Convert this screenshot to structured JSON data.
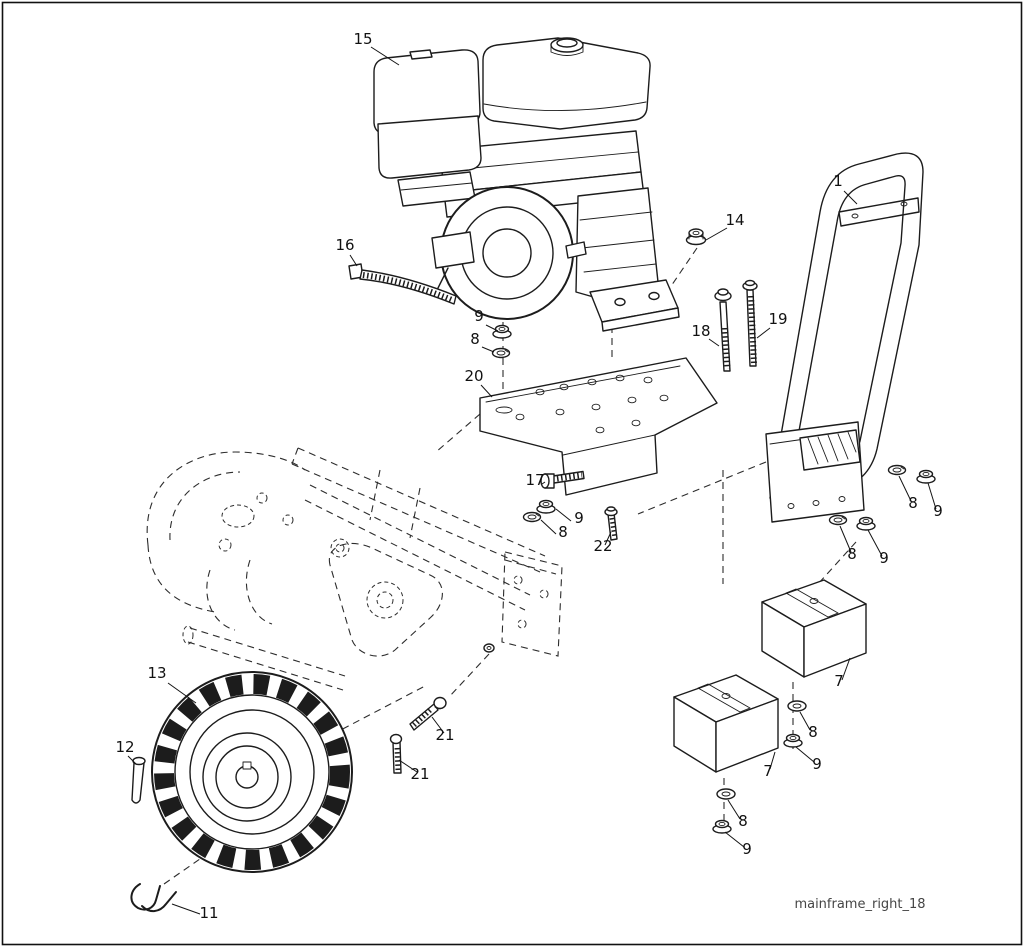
{
  "figure": {
    "footer_label": "mainframe_right_18"
  },
  "callouts": {
    "engine": "15",
    "cable_tie": "16",
    "nut_14": "14",
    "handle": "1",
    "bolt_18": "18",
    "bolt_19": "19",
    "nut_9_engine": "9",
    "washer_8_engine": "8",
    "plate": "20",
    "bolt_17": "17",
    "nut_9_plate": "9",
    "washer_8_plate": "8",
    "bolt_22": "22",
    "washer_8_handle_upper": "8",
    "nut_9_handle_upper": "9",
    "washer_8_handle_lower": "8",
    "nut_9_handle_lower": "9",
    "weight_upper": "7",
    "weight_lower": "7",
    "washer_8_weight_upper": "8",
    "nut_9_weight_upper": "9",
    "washer_8_weight_lower": "8",
    "nut_9_weight_lower": "9",
    "wheel": "13",
    "pin_12": "12",
    "bolt_21_upper": "21",
    "bolt_21_lower": "21",
    "clip_11": "11"
  }
}
